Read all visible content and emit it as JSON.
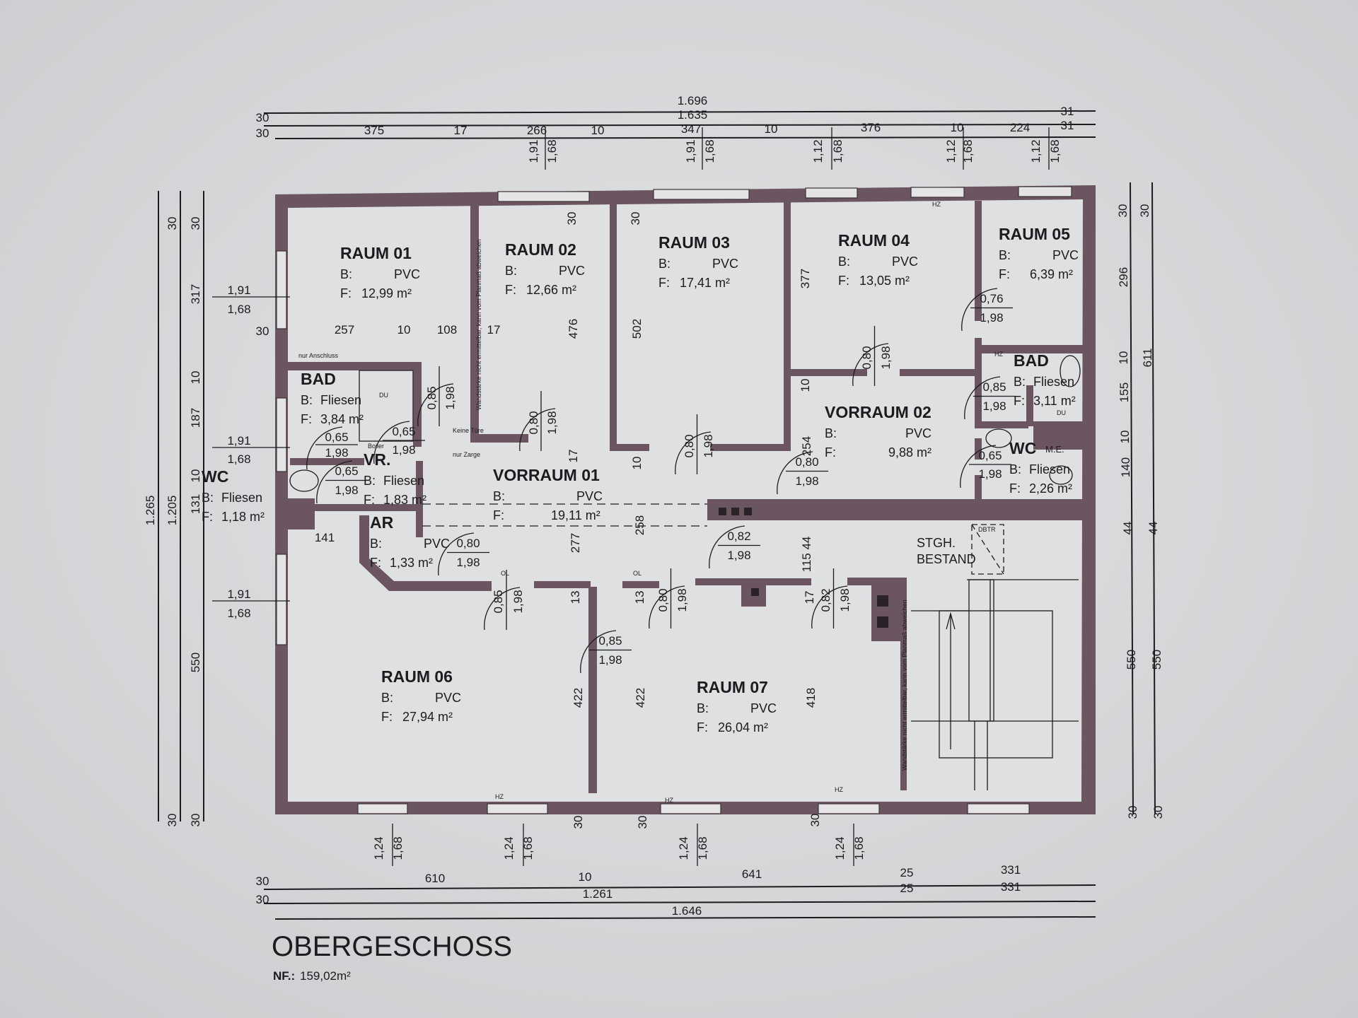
{
  "title": "OBERGESCHOSS",
  "net_area": {
    "label": "NF.:",
    "value": "159,02m²"
  },
  "labels": {
    "floor": "B:",
    "area": "F:"
  },
  "rooms": [
    {
      "name": "RAUM 01",
      "material": "PVC",
      "area": "12,99 m²"
    },
    {
      "name": "RAUM 02",
      "material": "PVC",
      "area": "12,66 m²"
    },
    {
      "name": "RAUM 03",
      "material": "PVC",
      "area": "17,41 m²"
    },
    {
      "name": "RAUM 04",
      "material": "PVC",
      "area": "13,05 m²"
    },
    {
      "name": "RAUM 05",
      "material": "PVC",
      "area": "6,39 m²"
    },
    {
      "name": "BAD",
      "material": "Fliesen",
      "area": "3,11 m²"
    },
    {
      "name": "VORRAUM 02",
      "material": "PVC",
      "area": "9,88 m²"
    },
    {
      "name": "WC",
      "material": "Fliesen",
      "area": "2,26 m²"
    },
    {
      "name": "VORRAUM 01",
      "material": "PVC",
      "area": "19,11 m²"
    },
    {
      "name": "BAD",
      "material": "Fliesen",
      "area": "3,84 m²"
    },
    {
      "name": "VR.",
      "material": "Fliesen",
      "area": "1,83 m²"
    },
    {
      "name": "WC",
      "material": "Fliesen",
      "area": "1,18 m²"
    },
    {
      "name": "AR",
      "material": "PVC",
      "area": "1,33 m²"
    },
    {
      "name": "RAUM 06",
      "material": "PVC",
      "area": "27,94 m²"
    },
    {
      "name": "RAUM 07",
      "material": "PVC",
      "area": "26,04 m²"
    }
  ],
  "staircase": {
    "line1": "STGH.",
    "line2": "BESTAND"
  },
  "dimensions": {
    "top": [
      "1.696",
      "1.635",
      "30",
      "30",
      "375",
      "17",
      "266",
      "10",
      "347",
      "10",
      "376",
      "10",
      "224",
      "31",
      "31"
    ],
    "bottom": [
      "30",
      "610",
      "10",
      "641",
      "25",
      "331",
      "30",
      "1.261",
      "25",
      "331",
      "1.646"
    ],
    "left": [
      "1.265",
      "1.205",
      "30",
      "30",
      "317",
      "10",
      "187",
      "10",
      "131",
      "550",
      "30",
      "30"
    ],
    "right": [
      "30",
      "30",
      "296",
      "10",
      "611",
      "155",
      "10",
      "140",
      "44",
      "44",
      "550",
      "550",
      "30",
      "30"
    ],
    "interior_h": [
      "30",
      "257",
      "10",
      "108",
      "17",
      "141"
    ],
    "interior_v": [
      "30",
      "30",
      "476",
      "502",
      "377",
      "17",
      "10",
      "10",
      "254",
      "277",
      "258",
      "13",
      "13",
      "422",
      "422",
      "115 44",
      "17",
      "418",
      "30",
      "30",
      "30"
    ],
    "windows_top": [
      "1,91",
      "1,68",
      "1,91",
      "1,68",
      "1,12",
      "1,68",
      "1,12",
      "1,68",
      "1,12",
      "1,68"
    ],
    "windows_left": [
      "1,91",
      "1,68",
      "1,91",
      "1,68",
      "1,91",
      "1,68"
    ],
    "windows_bottom": [
      "1,24",
      "1,68",
      "1,24",
      "1,68",
      "1,24",
      "1,68",
      "1,24",
      "1,68"
    ]
  },
  "doors": [
    {
      "w": "0,85",
      "h": "1,98"
    },
    {
      "w": "0,80",
      "h": "1,98"
    },
    {
      "w": "0,80",
      "h": "1,98"
    },
    {
      "w": "0,80",
      "h": "1,98"
    },
    {
      "w": "0,76",
      "h": "1,98"
    },
    {
      "w": "0,85",
      "h": "1,98"
    },
    {
      "w": "0,65",
      "h": "1,98"
    },
    {
      "w": "0,80",
      "h": "1,98"
    },
    {
      "w": "0,65",
      "h": "1,98"
    },
    {
      "w": "0,65",
      "h": "1,98"
    },
    {
      "w": "0,65",
      "h": "1,98"
    },
    {
      "w": "0,80",
      "h": "1,98"
    },
    {
      "w": "0,82",
      "h": "1,98"
    },
    {
      "w": "0,85",
      "h": "1,98"
    },
    {
      "w": "0,85",
      "h": "1,98"
    },
    {
      "w": "0,80",
      "h": "1,98"
    },
    {
      "w": "0,82",
      "h": "1,98"
    }
  ],
  "annotations": {
    "no_door": "Keine Türe",
    "frame_only": "nur Zarge",
    "shower": "DU",
    "me": "M.E.",
    "heater": "HZ",
    "roof_hatch": "DBTR",
    "ol": "OL",
    "boiler": "Boiler",
    "connection": "nur Anschluss",
    "wall_note": "Wandstärke nicht ermittelbar, kann vom Planmaß abweichen"
  },
  "colors": {
    "wall": "#6a5560",
    "paper": "#d6d7d9",
    "floor": "#dfe0e2",
    "ink": "#1d1b20"
  }
}
